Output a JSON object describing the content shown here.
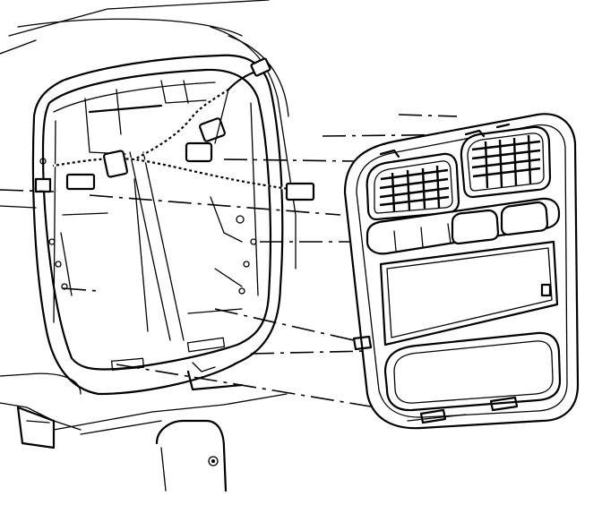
{
  "figure": {
    "type": "exploded-assembly line drawing",
    "components": [
      "dashboard-opening",
      "wiring-harness",
      "bezel-trim-panel",
      "air-vent-left",
      "air-vent-right",
      "control-button-row",
      "display-opening",
      "lower-storage-opening"
    ],
    "colors": {
      "ink": "#000000",
      "paper": "#ffffff"
    }
  }
}
